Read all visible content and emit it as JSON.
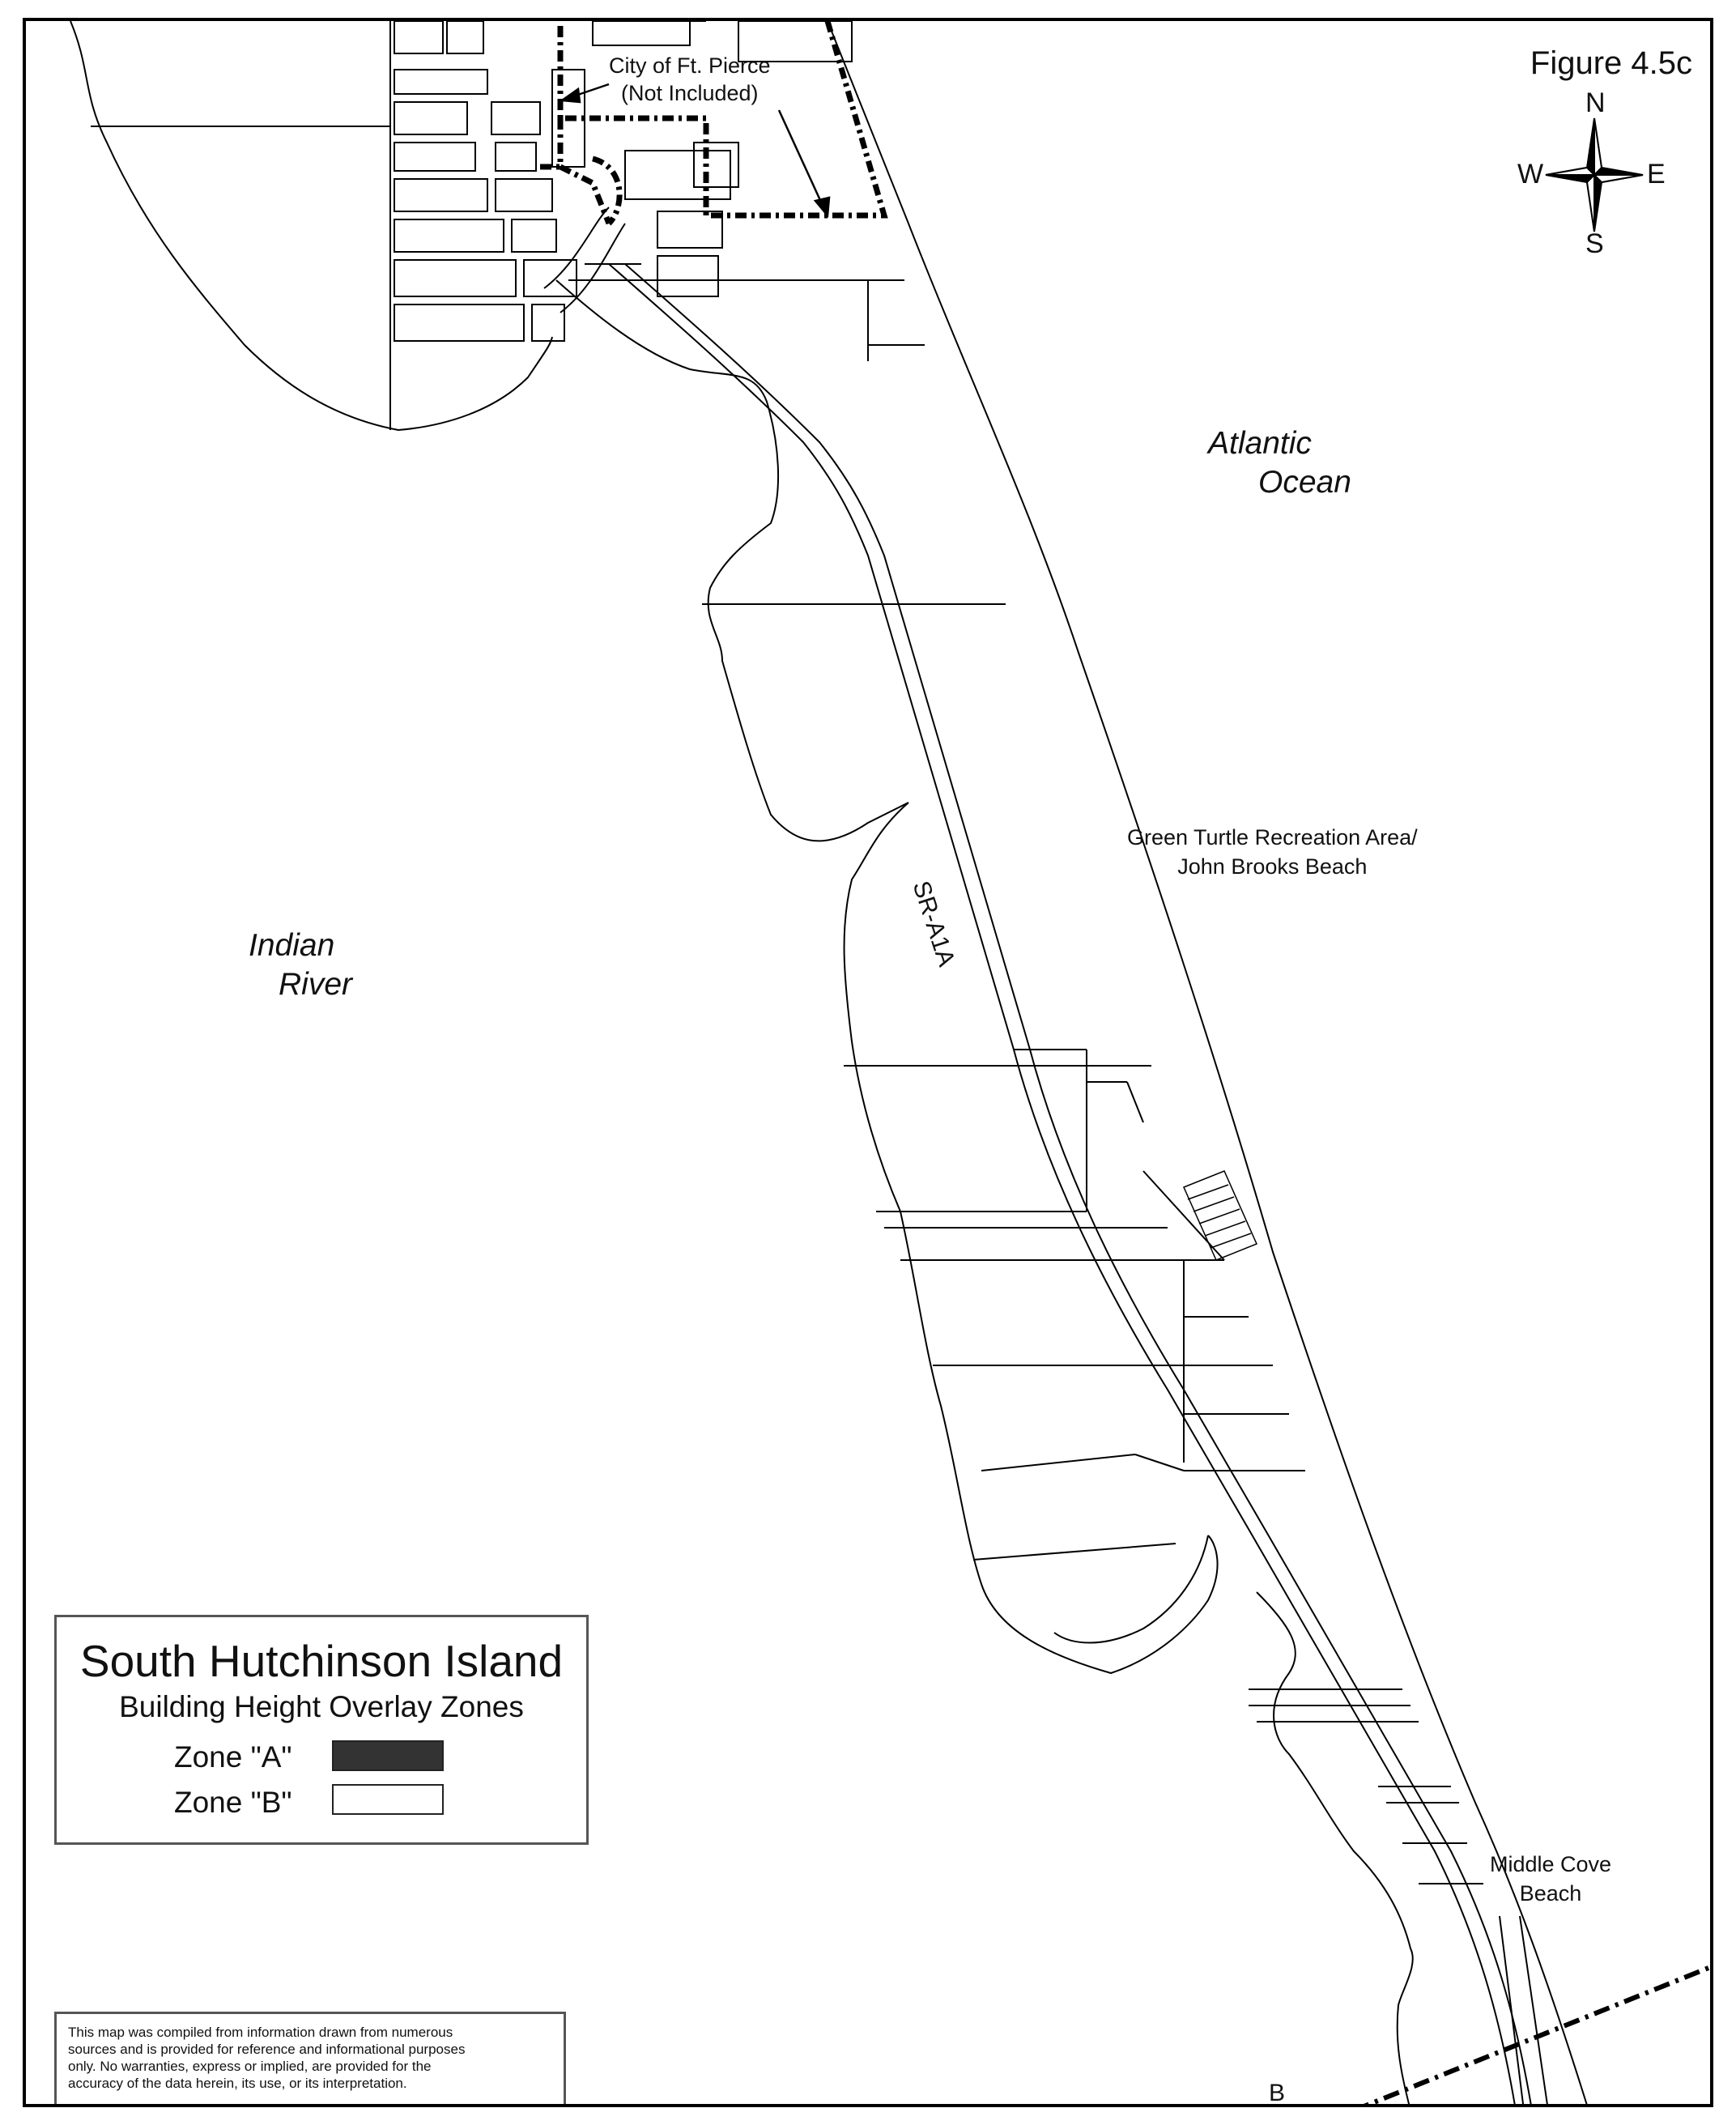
{
  "figure": {
    "label": "Figure 4.5c"
  },
  "compass": {
    "n": "N",
    "s": "S",
    "e": "E",
    "w": "W"
  },
  "map_labels": {
    "city": {
      "line1": "City of Ft. Pierce",
      "line2": "(Not Included)"
    },
    "atlantic": {
      "line1": "Atlantic",
      "line2": "Ocean"
    },
    "indian_river": {
      "line1": "Indian",
      "line2": "River"
    },
    "green_turtle": {
      "line1": "Green Turtle Recreation Area/",
      "line2": "John Brooks Beach"
    },
    "middle_cove": {
      "line1": "Middle Cove",
      "line2": "Beach"
    },
    "road": "SR-A1A",
    "zone_b_mark": "B"
  },
  "legend": {
    "title": "South Hutchinson Island",
    "subtitle": "Building Height Overlay Zones",
    "zone_a": "Zone  \"A\"",
    "zone_b": "Zone  \"B\""
  },
  "colors": {
    "zone_a": "#333333",
    "zone_b": "#ffffff",
    "line": "#000000"
  },
  "disclaimer": {
    "line1": "This map was compiled from information drawn from numerous",
    "line2": "sources and is provided for reference and informational purposes",
    "line3": "only.  No warranties, express or implied, are provided for the",
    "line4": "accuracy of the data herein, its use, or its interpretation."
  }
}
